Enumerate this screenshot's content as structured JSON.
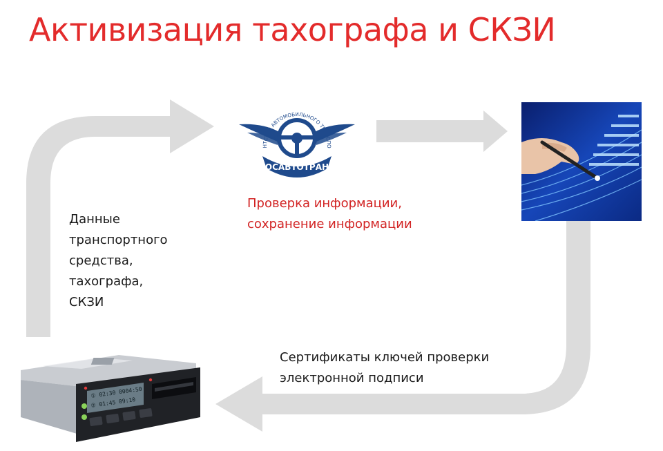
{
  "title": "Активизация тахографа и СКЗИ",
  "logo": {
    "arc_text": "АГЕНТСТВО АВТОМОБИЛЬНОГО ТРАНСПОРТА",
    "banner_text": "РОСАВТОТРАНС"
  },
  "labels": {
    "verification": "Проверка информации,\nсохранение информации",
    "vehicle_data": "Данные\nтранспортного\nсредства,\nтахографа,\nСКЗИ",
    "certificates": "Сертификаты ключей проверки\nэлектронной подписи"
  },
  "tachograph_display": {
    "line1": "① 02:30  0004:50",
    "line2": "② 01:45  09:10"
  },
  "colors": {
    "title": "#e32b2b",
    "verification_text": "#d22323",
    "body_text": "#1a1a1a",
    "arrow": "#dcdcdc",
    "logo_blue": "#1f4a8c"
  }
}
